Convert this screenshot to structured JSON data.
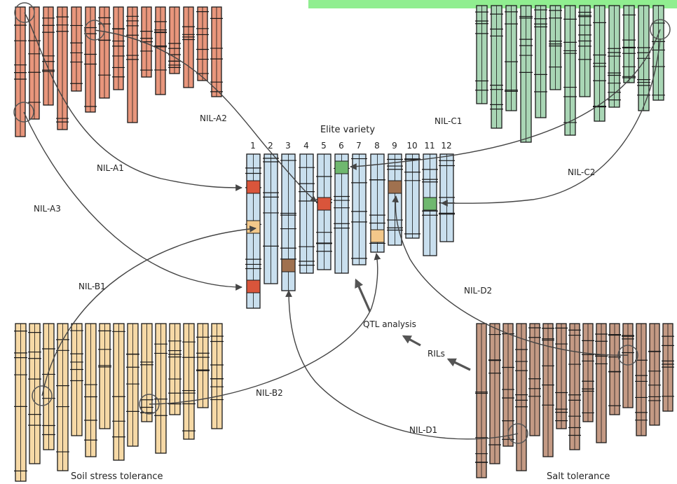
{
  "colors": {
    "donor_a": "#e8967c",
    "donor_c": "#a9d6b5",
    "donor_b": "#f6d9a6",
    "donor_d": "#c49a84",
    "elite": "#c9dfee",
    "marker_a": "#d9553b",
    "marker_c": "#6fb86f",
    "marker_b": "#f3c88a",
    "marker_d": "#a0714f",
    "banner": "#90ee90",
    "line": "#444444"
  },
  "elite": {
    "title": "Elite variety",
    "chromosome_numbers": [
      "1",
      "2",
      "3",
      "4",
      "5",
      "6",
      "7",
      "8",
      "9",
      "10",
      "11",
      "12"
    ]
  },
  "groups": {
    "bottom_left_label": "Soil stress tolerance",
    "bottom_right_label": "Salt tolerance"
  },
  "connections": {
    "nil_a1": "NIL-A1",
    "nil_a2": "NIL-A2",
    "nil_a3": "NIL-A3",
    "nil_b1": "NIL-B1",
    "nil_b2": "NIL-B2",
    "nil_c1": "NIL-C1",
    "nil_c2": "NIL-C2",
    "nil_d1": "NIL-D1",
    "nil_d2": "NIL-D2"
  },
  "workflow": {
    "qtl": "QTL analysis",
    "rils": "RILs"
  }
}
